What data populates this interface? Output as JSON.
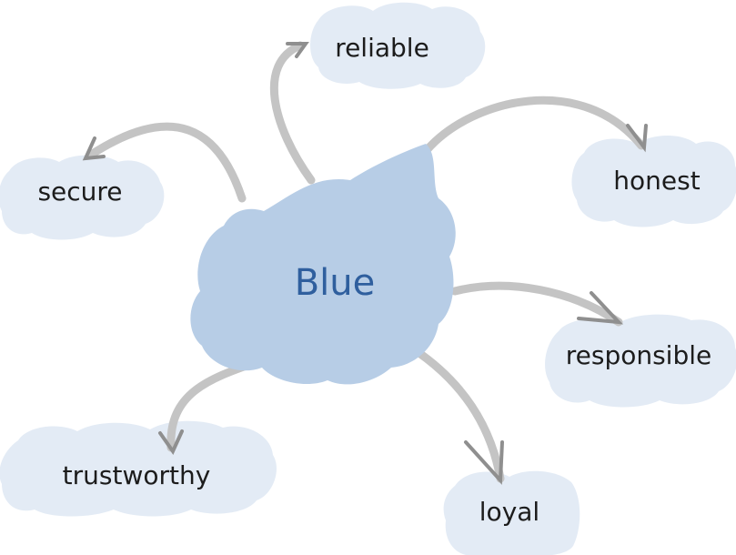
{
  "center": {
    "label": "Blue"
  },
  "nodes": [
    {
      "id": "reliable",
      "label": "reliable"
    },
    {
      "id": "secure",
      "label": "secure"
    },
    {
      "id": "honest",
      "label": "honest"
    },
    {
      "id": "responsible",
      "label": "responsible"
    },
    {
      "id": "trustworthy",
      "label": "trustworthy"
    },
    {
      "id": "loyal",
      "label": "loyal"
    }
  ],
  "colors": {
    "center_cloud": "#b7cde6",
    "node_cloud": "#e3ebf5",
    "arrow": "#c4c4c4",
    "center_text": "#2f5f9e",
    "node_text": "#1c1c1c"
  }
}
